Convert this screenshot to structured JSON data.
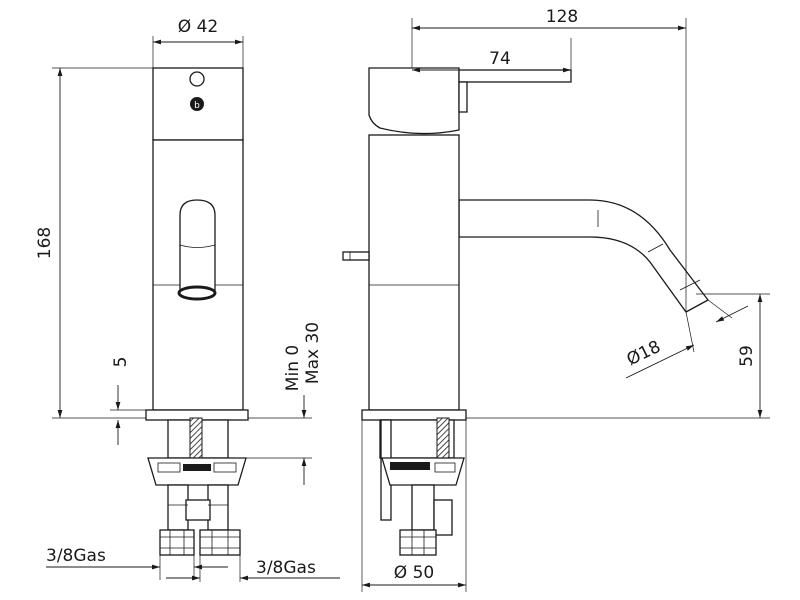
{
  "drawing": {
    "colors": {
      "line": "#1a1a1a",
      "background": "#ffffff"
    },
    "dimensions": {
      "top_diameter": "Ø 42",
      "height_total": "168",
      "base_thickness": "5",
      "adjust_range_min": "Min 0",
      "adjust_range_max": "Max 30",
      "connection_left": "3/8Gas",
      "connection_right": "3/8Gas",
      "reach_total": "128",
      "reach_handle": "74",
      "spout_diameter": "Ø18",
      "spout_height": "59",
      "base_diameter": "Ø 50"
    }
  }
}
